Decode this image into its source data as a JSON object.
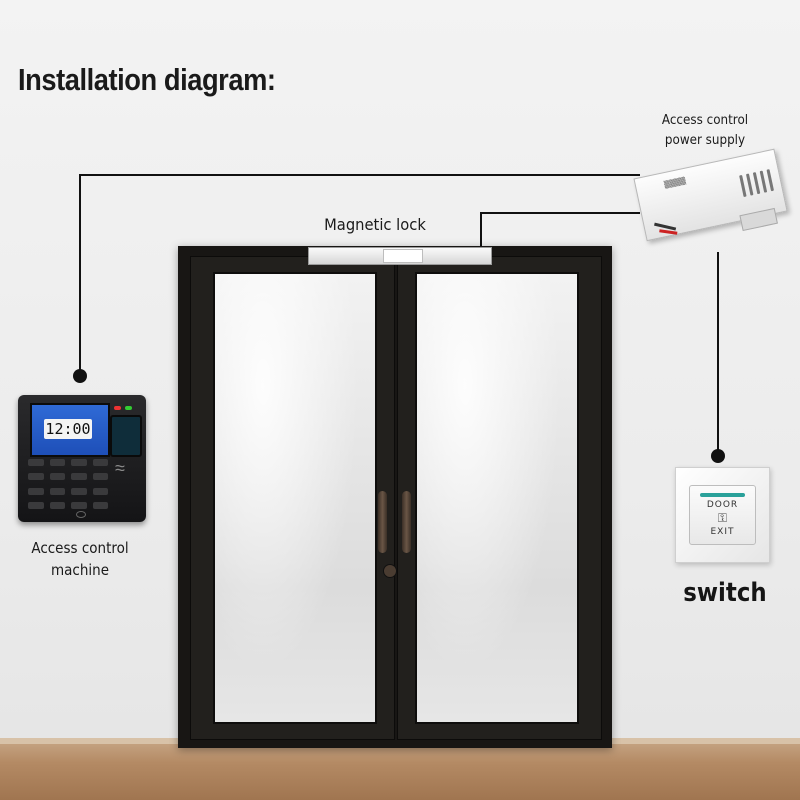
{
  "title": "Installation diagram:",
  "labels": {
    "magnetic_lock": "Magnetic lock",
    "power_supply_line1": "Access control",
    "power_supply_line2": "power supply",
    "machine_line1": "Access control",
    "machine_line2": "machine",
    "switch": "switch"
  },
  "devices": {
    "machine_clock": "12:00",
    "switch_door_text": "DOOR",
    "switch_exit_text": "EXIT"
  },
  "icons": {
    "switch_key": "key-icon",
    "fingerprint": "fingerprint-icon"
  },
  "colors": {
    "wire": "#111111",
    "door_frame": "#181614",
    "switch_accent": "#2aa19a",
    "machine_screen": "#2f6ad6"
  }
}
